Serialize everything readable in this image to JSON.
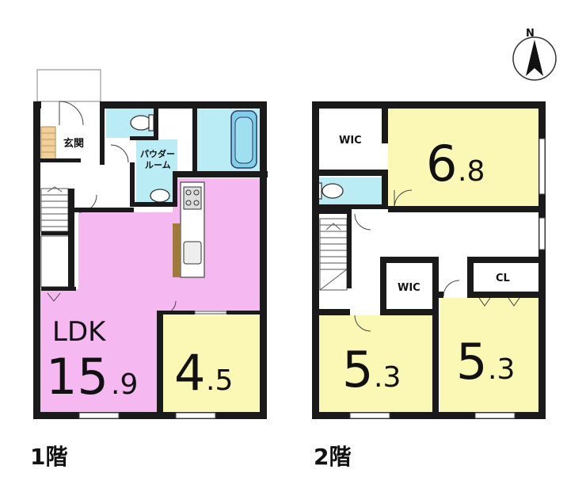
{
  "compass": {
    "north_label": "N"
  },
  "floor1": {
    "floor_label": "1階",
    "genkan_label": "玄関",
    "powder_label_line1": "パウダー",
    "powder_label_line2": "ルーム",
    "ldk_label": "LDK",
    "ldk_size_int": "15",
    "ldk_size_dec": ".9",
    "room_size_int": "4",
    "room_size_dec": ".5"
  },
  "floor2": {
    "floor_label": "2階",
    "wic_label_1": "WIC",
    "wic_label_2": "WIC",
    "cl_label": "CL",
    "room_a_int": "6",
    "room_a_dec": ".8",
    "room_b_int": "5",
    "room_b_dec": ".3",
    "room_c_int": "5",
    "room_c_dec": ".3"
  },
  "colors": {
    "wall": "#1a1a1a",
    "ldk_fill": "#f5b8f0",
    "room_fill": "#fbf7b5",
    "water_fill": "#b9ecf5",
    "kitchen_wood": "#a07a3c"
  }
}
